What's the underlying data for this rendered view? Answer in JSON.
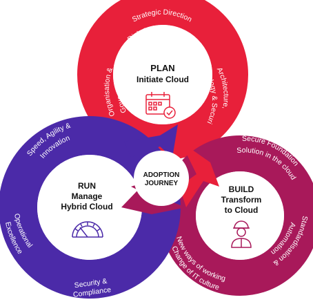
{
  "colors": {
    "plan": "#e8203a",
    "build": "#a8195a",
    "run": "#4b2aa8",
    "center": "#ffffff",
    "text_dark": "#111111",
    "text_light": "#ffffff"
  },
  "center": {
    "line1": "ADOPTION",
    "line2": "JOURNEY"
  },
  "plan": {
    "title": "PLAN",
    "subtitle": "Initiate Cloud",
    "icon": "calendar-check-icon",
    "labels": {
      "top_line1": "Strategic Direction",
      "top_line2": "Risk & Business case",
      "left_line1": "Organisation &",
      "left_line2": "Governance",
      "right_line1": "Architecture,",
      "right_line2": "Technology & Security"
    }
  },
  "build": {
    "title": "BUILD",
    "line2": "Transform",
    "line3": "to Cloud",
    "icon": "engineer-icon",
    "labels": {
      "top_line1": "Secure Foundation",
      "top_line2": "Solution in the cloud",
      "right_line1": "Standardisation &",
      "right_line2": "Automation",
      "bottom_line1": "New ways of working",
      "bottom_line2": "Change of IT culture"
    }
  },
  "run": {
    "title": "RUN",
    "line2": "Manage",
    "line3": "Hybrid Cloud",
    "icon": "speedometer-icon",
    "labels": {
      "top_line1": "Speed, Agility &",
      "top_line2": "Innovation",
      "left_line1": "Operational",
      "left_line2": "Excellence",
      "bottom_line1": "Security &",
      "bottom_line2": "Compliance"
    }
  }
}
